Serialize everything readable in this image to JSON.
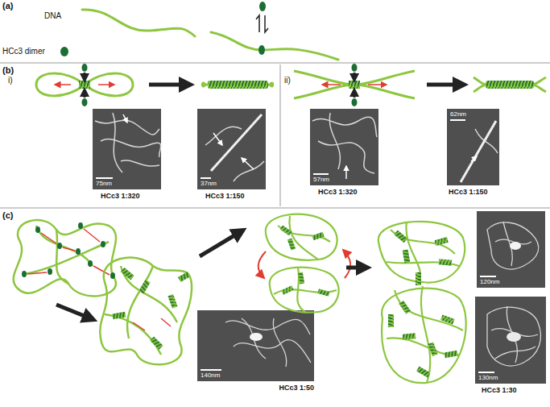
{
  "diagram": {
    "nodes": [
      {
        "text": [
          "75nm",
          "HCc3 1:320"
        ]
      },
      {
        "text": [
          "37nm",
          "HCc3 1:150"
        ]
      },
      {
        "text": [
          "57nm",
          "HCc3 1:320"
        ]
      },
      {
        "text": [
          "62nm",
          "HCc3 1:150"
        ]
      },
      {
        "text": [
          "140nm",
          "HCc3 1:50"
        ]
      },
      {
        "text": [
          "120nm"
        ]
      },
      {
        "text": [
          "130nm",
          "HCc3 1:30"
        ]
      }
    ],
    "labels": [
      "(a)",
      "DNA",
      "HCc3 dimer",
      "(b)",
      "i)",
      "ii)",
      "(c)"
    ]
  }
}
